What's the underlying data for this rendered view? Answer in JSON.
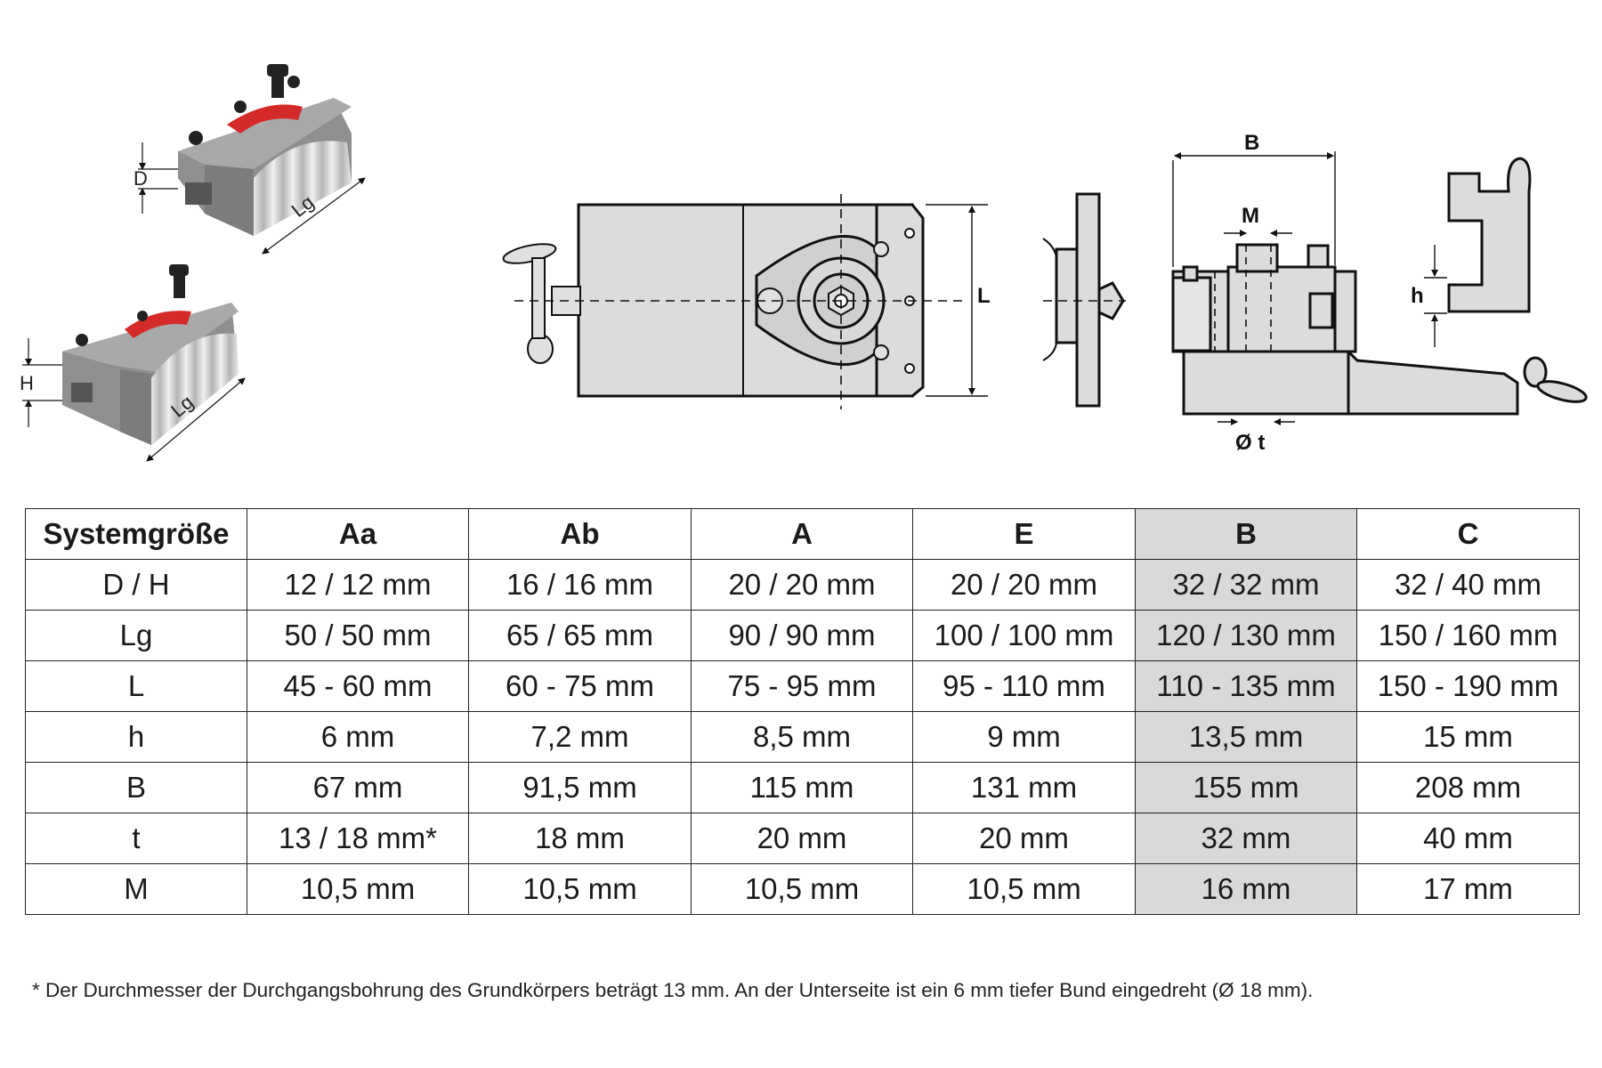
{
  "drawings": {
    "label_D": "D",
    "label_H": "H",
    "label_Lg_top": "Lg",
    "label_Lg_bottom": "Lg",
    "label_L": "L",
    "label_B": "B",
    "label_M": "M",
    "label_h": "h",
    "label_t": "Ø t"
  },
  "colors": {
    "highlight": "#d9d9d9",
    "holder_grey": "#8a8a8a",
    "clamp_red": "#d42a2a"
  },
  "table": {
    "header": [
      "Systemgröße",
      "Aa",
      "Ab",
      "A",
      "E",
      "B",
      "C"
    ],
    "highlight_column": "B",
    "rows": [
      [
        "D / H",
        "12 / 12 mm",
        "16 / 16 mm",
        "20 / 20 mm",
        "20 / 20 mm",
        "32 / 32 mm",
        "32 / 40 mm"
      ],
      [
        "Lg",
        "50 / 50 mm",
        "65 / 65 mm",
        "90 / 90 mm",
        "100 / 100 mm",
        "120 / 130 mm",
        "150 / 160 mm"
      ],
      [
        "L",
        "45 - 60 mm",
        "60 - 75 mm",
        "75 - 95 mm",
        "95 - 110 mm",
        "110 - 135 mm",
        "150 - 190 mm"
      ],
      [
        "h",
        "6 mm",
        "7,2 mm",
        "8,5 mm",
        "9 mm",
        "13,5 mm",
        "15 mm"
      ],
      [
        "B",
        "67 mm",
        "91,5 mm",
        "115 mm",
        "131 mm",
        "155 mm",
        "208 mm"
      ],
      [
        "t",
        "13 / 18 mm*",
        "18 mm",
        "20 mm",
        "20 mm",
        "32 mm",
        "40 mm"
      ],
      [
        "M",
        "10,5 mm",
        "10,5 mm",
        "10,5 mm",
        "10,5 mm",
        "16 mm",
        "17 mm"
      ]
    ]
  },
  "footnote": "* Der Durchmesser der Durchgangsbohrung des Grundkörpers beträgt 13 mm. An der Unterseite ist ein 6 mm tiefer Bund eingedreht (Ø 18 mm)."
}
